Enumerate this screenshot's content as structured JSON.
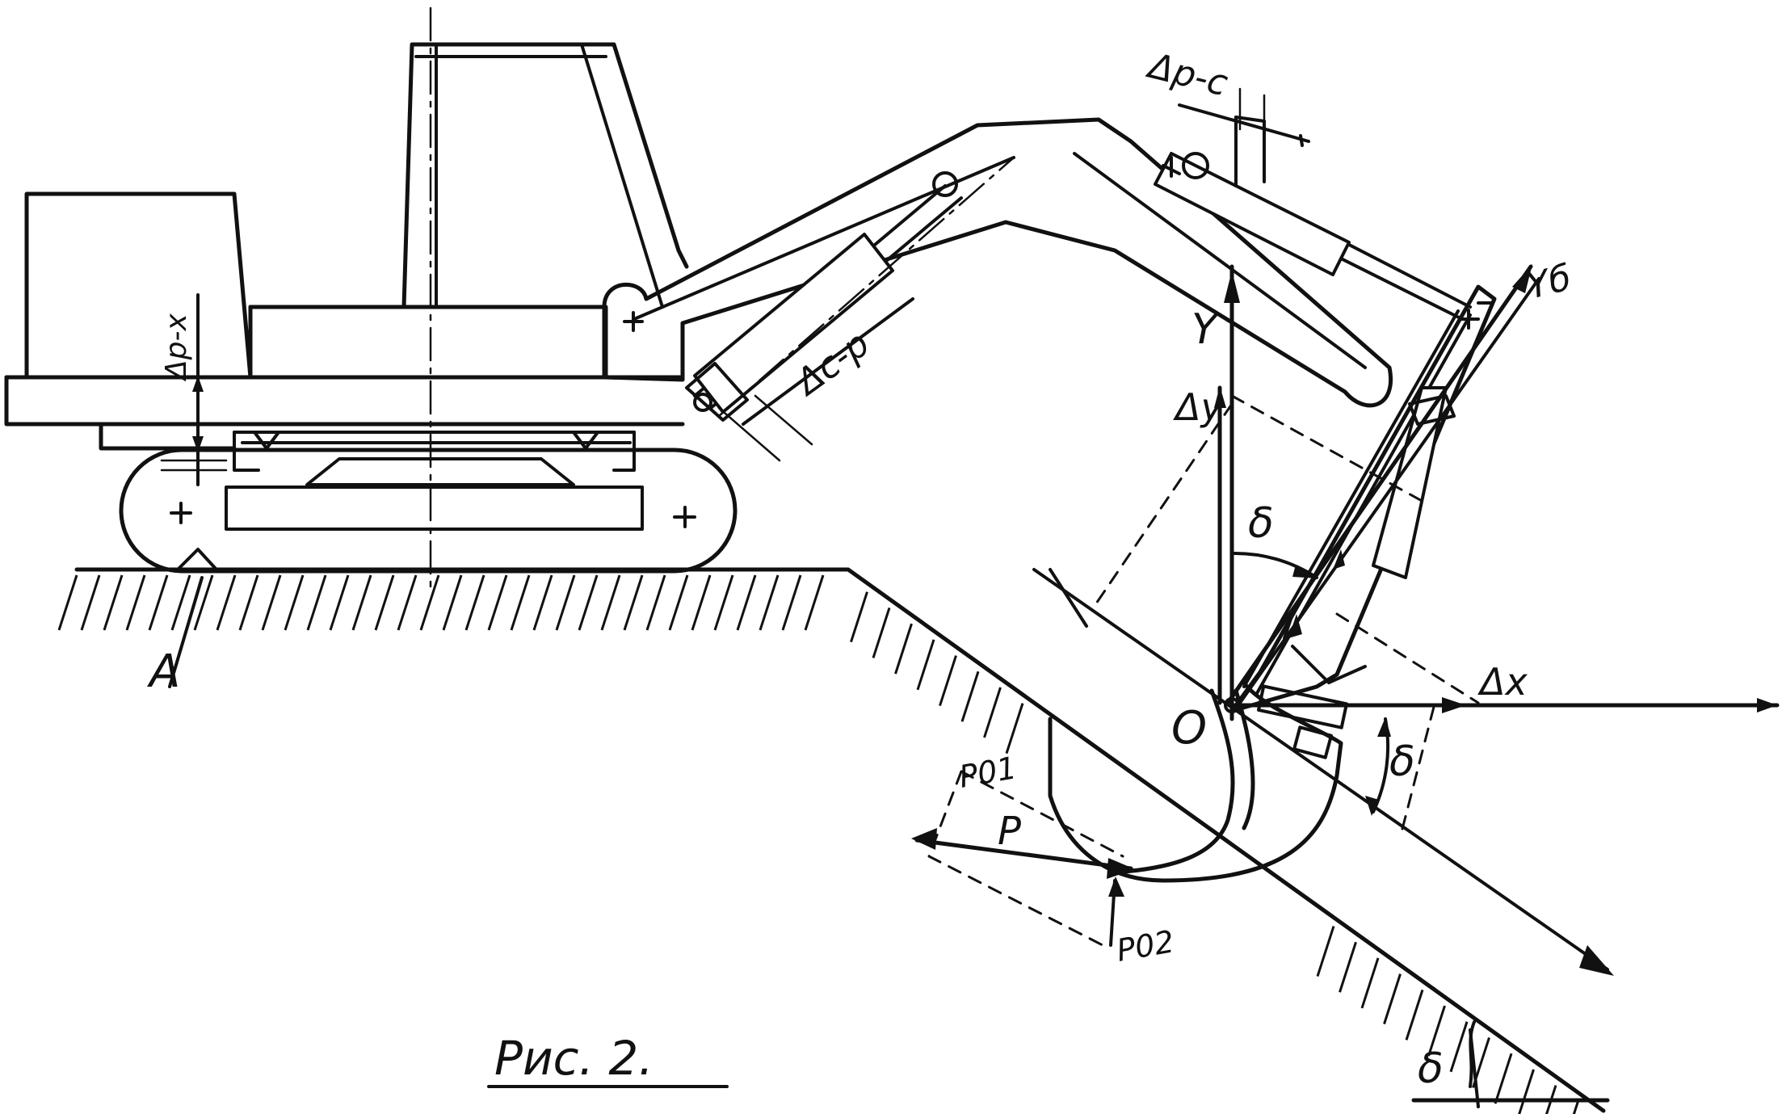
{
  "caption": "Рис. 2.",
  "labels": {
    "delta_p_c": "Δр-с",
    "delta_c_r": "Δс-р",
    "delta_r_x": "Δр-х",
    "point_a": "A",
    "axis_y": "Y",
    "axis_yb": "Yб",
    "delta_y": "Δy",
    "delta_x": "Δx",
    "origin_o": "O",
    "angle_delta_1": "δ",
    "angle_delta_2": "δ",
    "angle_delta_3": "δ",
    "force_p": "P",
    "force_p01": "P01",
    "force_p02": "P02"
  },
  "colors": {
    "ink": "#111111",
    "paper": "#ffffff"
  }
}
